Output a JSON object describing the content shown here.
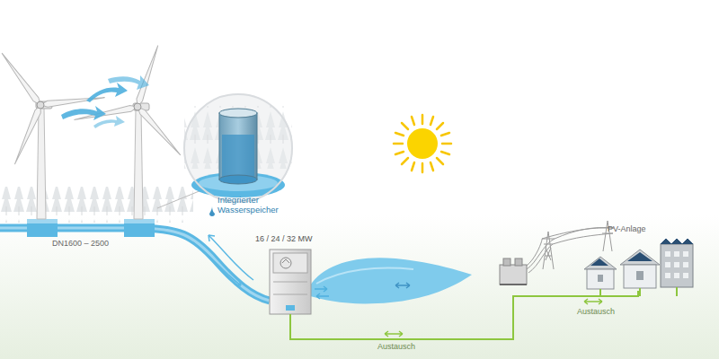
{
  "diagram": {
    "nodes": [
      {
        "text": [
          "Integrierter Wasserspeicher"
        ]
      },
      {
        "text": [
          "16 / 24 / 32 MW"
        ]
      },
      {
        "text": [
          "PV-Anlage"
        ]
      }
    ],
    "edges": [
      {
        "from": 1,
        "to": 2,
        "arrow": "none"
      }
    ],
    "labels": [
      "DN1600 – 2500",
      "Austausch",
      "Austausch"
    ]
  }
}
